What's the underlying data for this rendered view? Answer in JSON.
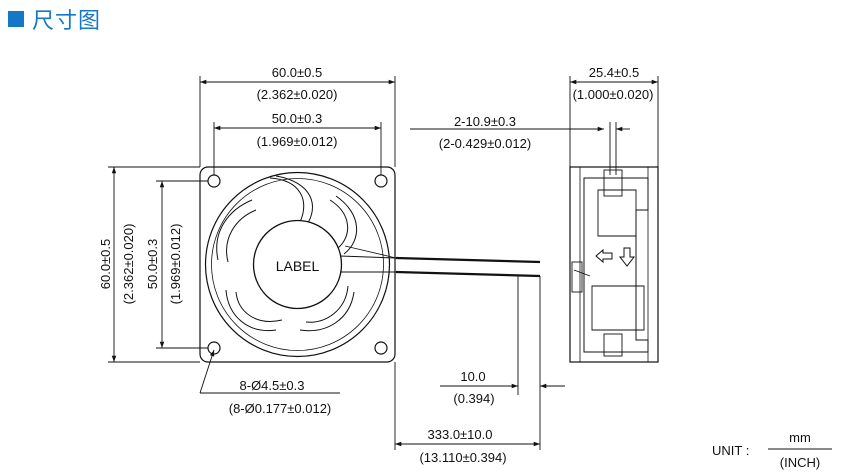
{
  "header": {
    "title": "尺寸图",
    "accent_color": "#1478c8"
  },
  "front_view": {
    "label": "LABEL",
    "width_outer": "60.0±0.5",
    "width_outer_inch": "(2.362±0.020)",
    "width_holes": "50.0±0.3",
    "width_holes_inch": "(1.969±0.012)",
    "height_outer": "60.0±0.5",
    "height_outer_inch": "(2.362±0.020)",
    "height_holes": "50.0±0.3",
    "height_holes_inch": "(1.969±0.012)",
    "holes": "8-Ø4.5±0.3",
    "holes_inch": "(8-Ø0.177±0.012)"
  },
  "lead": {
    "wire_dia": "2-10.9±0.3",
    "wire_dia_inch": "(2-0.429±0.012)",
    "strip": "10.0",
    "strip_inch": "(0.394)",
    "length": "333.0±10.0",
    "length_inch": "(13.110±0.394)"
  },
  "side_view": {
    "depth": "25.4±0.5",
    "depth_inch": "(1.000±0.020)"
  },
  "unit": {
    "prefix": "UNIT :",
    "metric": "mm",
    "imperial": "(INCH)"
  }
}
